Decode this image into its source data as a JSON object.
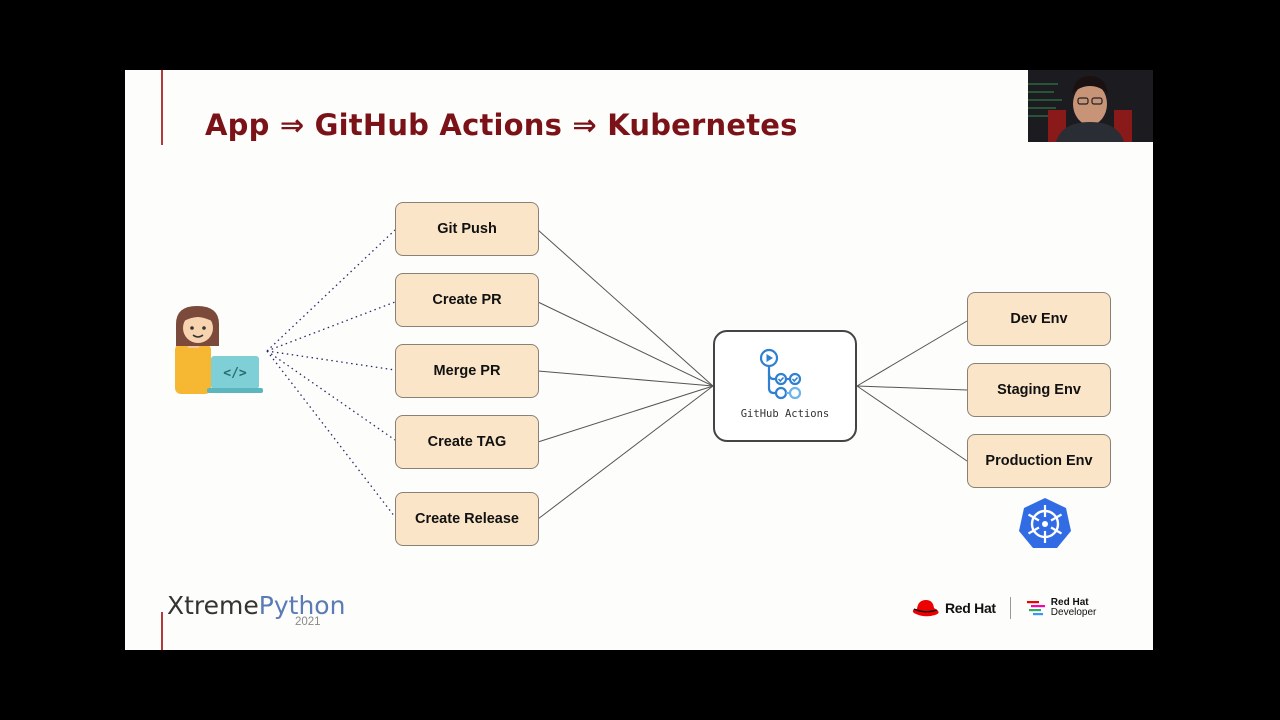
{
  "slide": {
    "title": "App ⇒ GitHub Actions ⇒ Kubernetes"
  },
  "triggers": [
    {
      "label": "Git Push"
    },
    {
      "label": "Create PR"
    },
    {
      "label": "Merge PR"
    },
    {
      "label": "Create TAG"
    },
    {
      "label": "Create Release"
    }
  ],
  "hub": {
    "label": "GitHub Actions",
    "icon": "github-actions-icon"
  },
  "environments": [
    {
      "label": "Dev Env"
    },
    {
      "label": "Staging Env"
    },
    {
      "label": "Production Env"
    }
  ],
  "icons": {
    "developer": "developer-laptop-icon",
    "kubernetes": "kubernetes-helm-icon"
  },
  "footer": {
    "event_prefix": "Xtreme",
    "event_highlight": "Python",
    "event_year": "2021",
    "sponsor_1": "Red Hat",
    "sponsor_2_line1": "Red Hat",
    "sponsor_2_line2": "Developer"
  },
  "colors": {
    "title": "#7a1218",
    "box_fill": "#fae5c8",
    "accent_red": "#e00",
    "k8s_blue": "#326ce5"
  }
}
